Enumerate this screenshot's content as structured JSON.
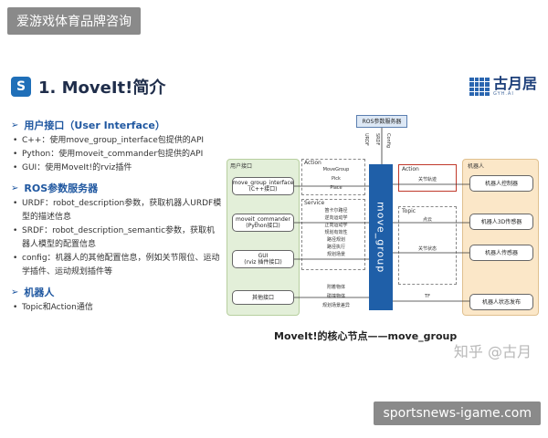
{
  "watermark_top": "爱游戏体育品牌咨询",
  "watermark_bottom": "sportsnews-igame.com",
  "title": "1. MoveIt!简介",
  "title_icon": "S",
  "logo": {
    "text": "古月居",
    "sub": "GYH.AI"
  },
  "sections": [
    {
      "heading": "用户接口（User Interface）",
      "bullets": [
        "C++：使用move_group_interface包提供的API",
        "Python：使用moveit_commander包提供的API",
        "GUI：使用MoveIt!的rviz插件"
      ]
    },
    {
      "heading": "ROS参数服务器",
      "bullets": [
        "URDF：robot_description参数，获取机器人URDF模型的描述信息",
        "SRDF：robot_description_semantic参数，获取机器人模型的配置信息",
        "config：机器人的其他配置信息，例如关节限位、运动学插件、运动规划插件等"
      ]
    },
    {
      "heading": "机器人",
      "bullets": [
        "Topic和Action通信"
      ]
    }
  ],
  "diagram": {
    "ros_server": "ROS参数服务器",
    "param_labels": [
      "URDF",
      "SRDF",
      "Config"
    ],
    "user_zone": "用户接口",
    "robot_zone": "机器人",
    "move_group": "move_group",
    "action_label": "Action",
    "service_label": "Service",
    "topic_label": "Topic",
    "action_items": [
      "MoveGroup",
      "Pick",
      "Place"
    ],
    "service_items": [
      "笛卡尔路径",
      "逆向运动学",
      "正向运动学",
      "规划有效性",
      "路径规划",
      "路径执行",
      "规划场景"
    ],
    "bottom_items": [
      "附着物体",
      "碰撞物体",
      "规划场景差异"
    ],
    "user_boxes": [
      "move_group_interface\n(C++接口)",
      "moveit_commander\n(Python接口)",
      "GUI\n(rviz 插件接口)",
      "其他接口"
    ],
    "robot_action": "Action",
    "robot_action_item": "关节轨迹",
    "robot_topic_items": [
      "点云",
      "关节状态",
      "TF"
    ],
    "robot_boxes": [
      "机器人控制器",
      "机器人3D传感器",
      "机器人传感器",
      "机器人状态发布"
    ],
    "caption": "MoveIt!的核心节点——move_group",
    "credit": "知乎 @古月"
  },
  "colors": {
    "primary": "#1f5fa8",
    "heading": "#1f57a0",
    "user_zone": "#e3efd9",
    "robot_zone": "#fbe7c8",
    "highlight": "#c0392b"
  }
}
